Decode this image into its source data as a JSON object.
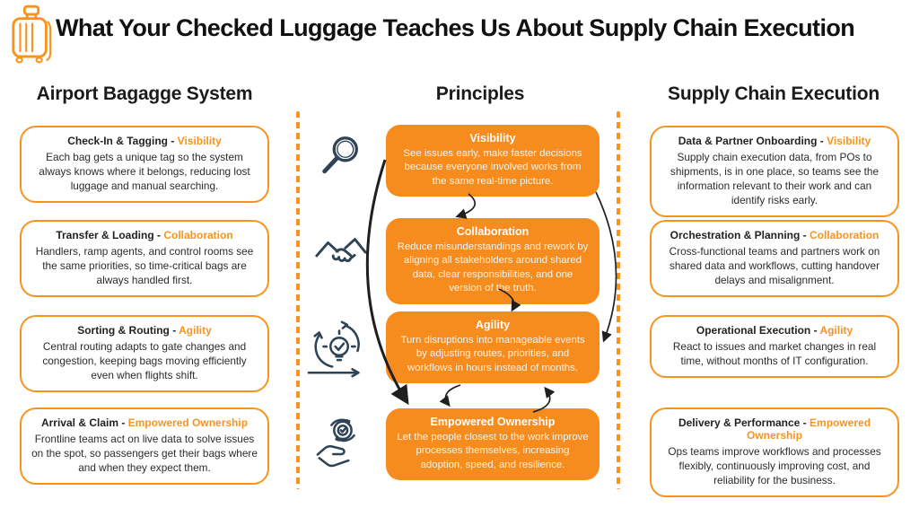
{
  "colors": {
    "accent": "#F7941E",
    "box_fill": "#F78C1E",
    "icon_stroke": "#2E4356",
    "arrow": "#1f1f1f"
  },
  "header": {
    "title": "What Your Checked Luggage Teaches Us About Supply Chain Execution",
    "logo_icon": "luggage-icon"
  },
  "columns": {
    "left": {
      "header": "Airport Bagagge System",
      "cards": [
        {
          "label": "Check-In & Tagging - ",
          "keyword": "Visibility",
          "body": "Each bag gets a unique tag so the system always knows where it belongs, reducing lost luggage and manual searching."
        },
        {
          "label": "Transfer & Loading - ",
          "keyword": "Collaboration",
          "body": "Handlers, ramp agents, and control rooms see the same priorities, so time-critical bags are always handled first."
        },
        {
          "label": "Sorting & Routing - ",
          "keyword": "Agility",
          "body": "Central routing adapts to gate changes and congestion, keeping bags moving efficiently even when flights shift."
        },
        {
          "label": "Arrival & Claim - ",
          "keyword": "Empowered Ownership",
          "body": "Frontline teams act on live data to solve issues on the spot, so passengers get their bags where and when they expect them."
        }
      ]
    },
    "middle": {
      "header": "Principles",
      "boxes": [
        {
          "title": "Visibility",
          "icon": "magnifier-icon",
          "body": "See issues early, make faster decisions because everyone involved works from the same real-time picture."
        },
        {
          "title": "Collaboration",
          "icon": "handshake-icon",
          "body": "Reduce misunderstandings and rework by aligning all stakeholders around shared data, clear responsibilities, and one version of the truth."
        },
        {
          "title": "Agility",
          "icon": "agile-cycle-icon",
          "body": "Turn disruptions into manageable events by adjusting routes, priorities, and workflows in hours instead of months."
        },
        {
          "title": "Empowered Ownership",
          "icon": "hand-gear-icon",
          "body": "Let the people closest to the work improve processes themselves, increasing adoption, speed, and resilience."
        }
      ]
    },
    "right": {
      "header": "Supply Chain Execution",
      "cards": [
        {
          "label": "Data & Partner Onboarding - ",
          "keyword": "Visibility",
          "body": "Supply chain execution data, from POs to shipments, is in one place, so teams see the information relevant to their work and can identify risks early."
        },
        {
          "label": "Orchestration & Planning - ",
          "keyword": "Collaboration",
          "body": "Cross-functional teams and partners work on shared data and workflows, cutting handover delays and misalignment."
        },
        {
          "label": "Operational Execution - ",
          "keyword": "Agility",
          "body": "React to issues and market changes in real time, without months of IT configuration."
        },
        {
          "label": "Delivery & Performance - ",
          "keyword": "Empowered Ownership",
          "body": "Ops teams improve workflows and processes flexibly, continuously improving cost, and reliability for the business."
        }
      ]
    }
  }
}
